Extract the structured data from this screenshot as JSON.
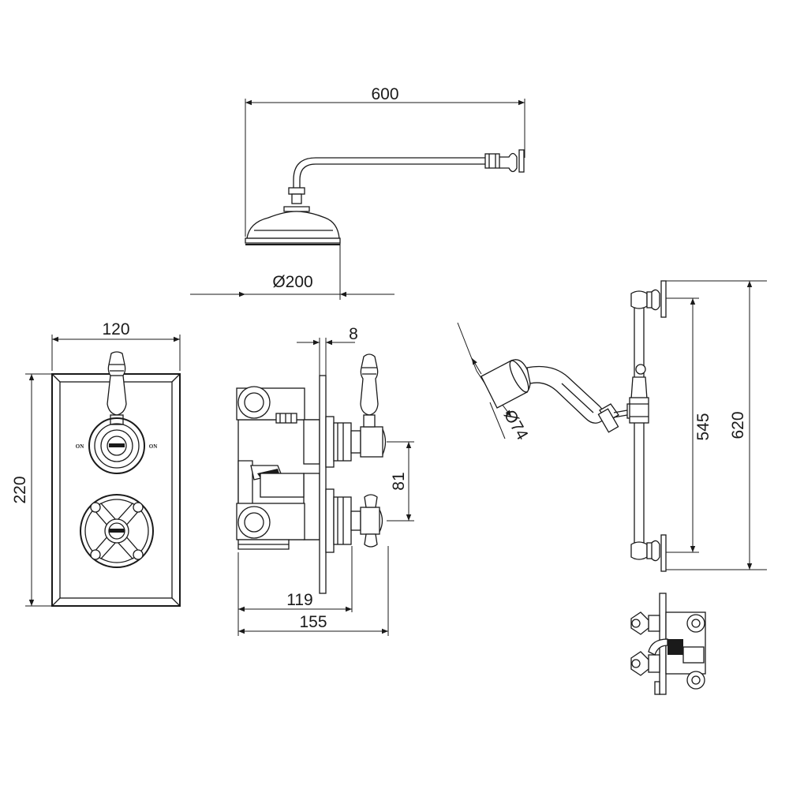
{
  "dimensions": {
    "arm_length": "600",
    "head_diameter": "Ø200",
    "plate_width": "120",
    "plate_height": "220",
    "plate_thickness": "8",
    "outlet_spacing": "81",
    "depth_body": "119",
    "depth_total": "155",
    "handset_diameter": "Ø74",
    "rail_centres": "545",
    "rail_overall": "620"
  },
  "labels": {
    "on_left": "ON",
    "on_right": "ON"
  }
}
